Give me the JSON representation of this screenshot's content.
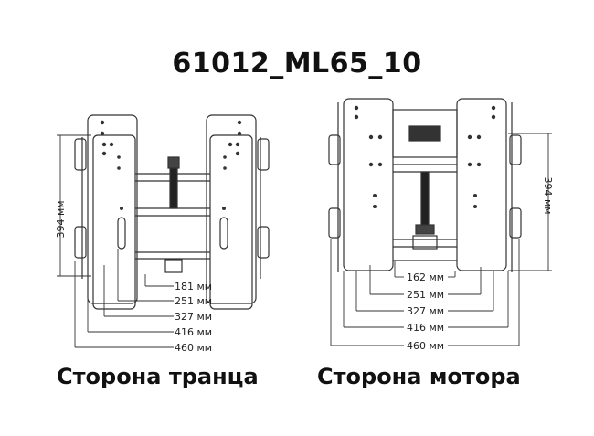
{
  "title": "61012_ML65_10",
  "left_view": {
    "caption": "Сторона транца",
    "height_label": "394 мм",
    "widths": [
      "181 мм",
      "251 мм",
      "327 мм",
      "416 мм",
      "460 мм"
    ]
  },
  "right_view": {
    "caption": "Сторона мотора",
    "height_label": "394 мм",
    "widths": [
      "162 мм",
      "251 мм",
      "327 мм",
      "416 мм",
      "460 мм"
    ]
  }
}
